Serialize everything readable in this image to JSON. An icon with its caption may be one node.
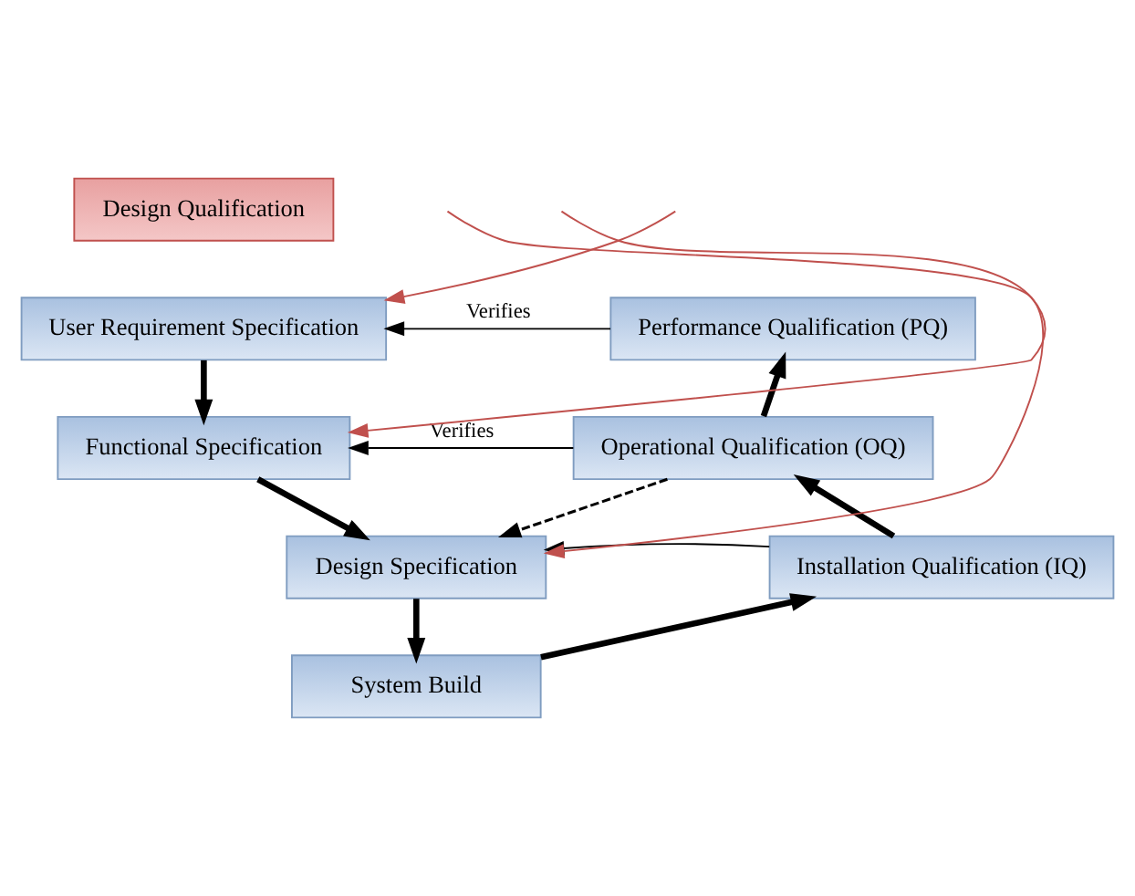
{
  "diagram": {
    "nodes": [
      {
        "text": [
          "Design Qualification"
        ]
      },
      {
        "text": [
          "User Requirement Specification"
        ]
      },
      {
        "text": [
          "Functional Specification"
        ]
      },
      {
        "text": [
          "Design Specification"
        ]
      },
      {
        "text": [
          "System Build"
        ]
      },
      {
        "text": [
          "Performance Qualification (PQ)"
        ]
      },
      {
        "text": [
          "Operational Qualification (OQ)"
        ]
      },
      {
        "text": [
          "Installation Qualification (IQ)"
        ]
      }
    ],
    "edges": [
      {
        "from": 1,
        "to": 2,
        "arrow": "to",
        "style": "thick"
      },
      {
        "from": 2,
        "to": 3,
        "arrow": "to",
        "style": "thick"
      },
      {
        "from": 3,
        "to": 4,
        "arrow": "to",
        "style": "thick"
      },
      {
        "from": 4,
        "to": 7,
        "arrow": "to",
        "style": "thick"
      },
      {
        "from": 7,
        "to": 6,
        "arrow": "to",
        "style": "thick"
      },
      {
        "from": 6,
        "to": 5,
        "arrow": "to",
        "style": "thick"
      },
      {
        "from": 5,
        "to": 1,
        "label": "Verifies",
        "arrow": "to"
      },
      {
        "from": 6,
        "to": 2,
        "label": "Verifies",
        "arrow": "to"
      },
      {
        "from": 6,
        "to": 3,
        "arrow": "to",
        "style": "dashed"
      },
      {
        "from": 7,
        "to": 3,
        "arrow": "to"
      },
      {
        "from": null,
        "to": 1,
        "arrow": "to",
        "color": "#c0504d"
      },
      {
        "from": null,
        "to": 2,
        "arrow": "to",
        "color": "#c0504d"
      },
      {
        "from": null,
        "to": 3,
        "arrow": "to",
        "color": "#c0504d"
      }
    ]
  }
}
